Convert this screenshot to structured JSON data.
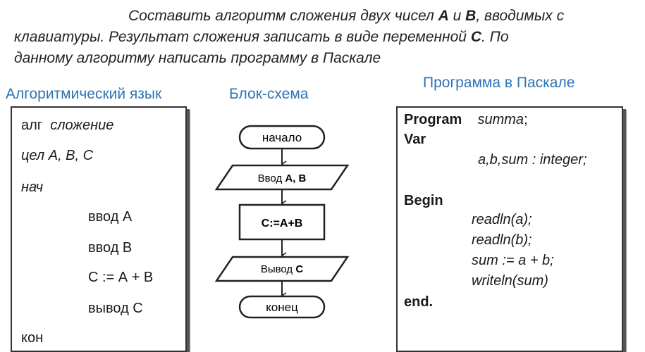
{
  "task": {
    "line1_a": "Составить алгоритм сложения двух чисел ",
    "var_a": "А",
    "line1_b": " и ",
    "var_b": "В",
    "line1_c": ", вводимых с",
    "line2_a": "клавиатуры. Результат сложения записать в виде переменной ",
    "var_c": "С",
    "line2_b": ". По",
    "line3": "данному алгоритму написать программу в Паскале"
  },
  "headers": {
    "algo": "Алгоритмический язык",
    "flow": "Блок-схема",
    "pascal": "Программа в Паскале"
  },
  "algo": {
    "alg_kw": "алг",
    "alg_name": "сложение",
    "decl": "цел  А, В, С",
    "begin": "нач",
    "input_a": "ввод А",
    "input_b": "ввод В",
    "assign": "С := А + В",
    "output": "вывод С",
    "end": "кон"
  },
  "flow": {
    "start": "начало",
    "input_word": "Ввод ",
    "input_vars": "А, В",
    "process": "С:=А+В",
    "output_word": "Вывод ",
    "output_var": "С",
    "stop": "конец"
  },
  "pascal": {
    "program_kw": "Program",
    "program_name": "summa",
    "semicolon": ";",
    "var_kw": "Var",
    "decl": "a,b,sum : integer;",
    "begin_kw": "Begin",
    "line1": "readln(a);",
    "line2": "readln(b);",
    "line3": "sum := a + b;",
    "line4": "writeln(sum)",
    "end_kw": "end."
  },
  "colors": {
    "header_blue": "#2e74b5",
    "border": "#333333"
  }
}
